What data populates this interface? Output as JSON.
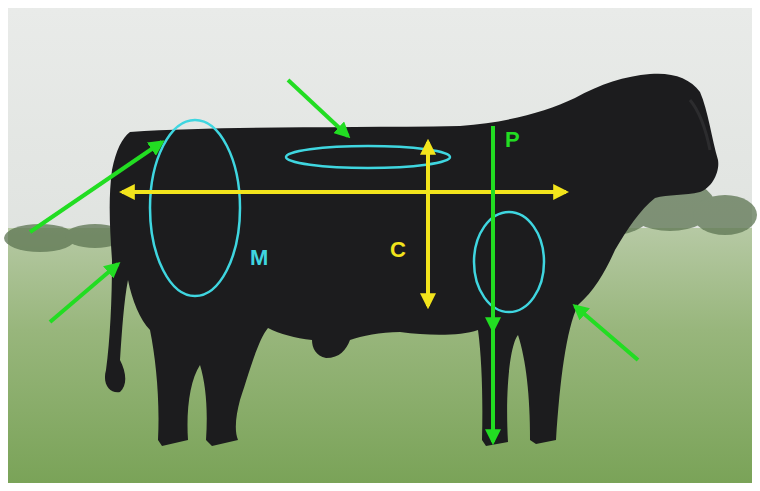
{
  "diagram": {
    "labels": [
      "M",
      "C",
      "P"
    ]
  }
}
